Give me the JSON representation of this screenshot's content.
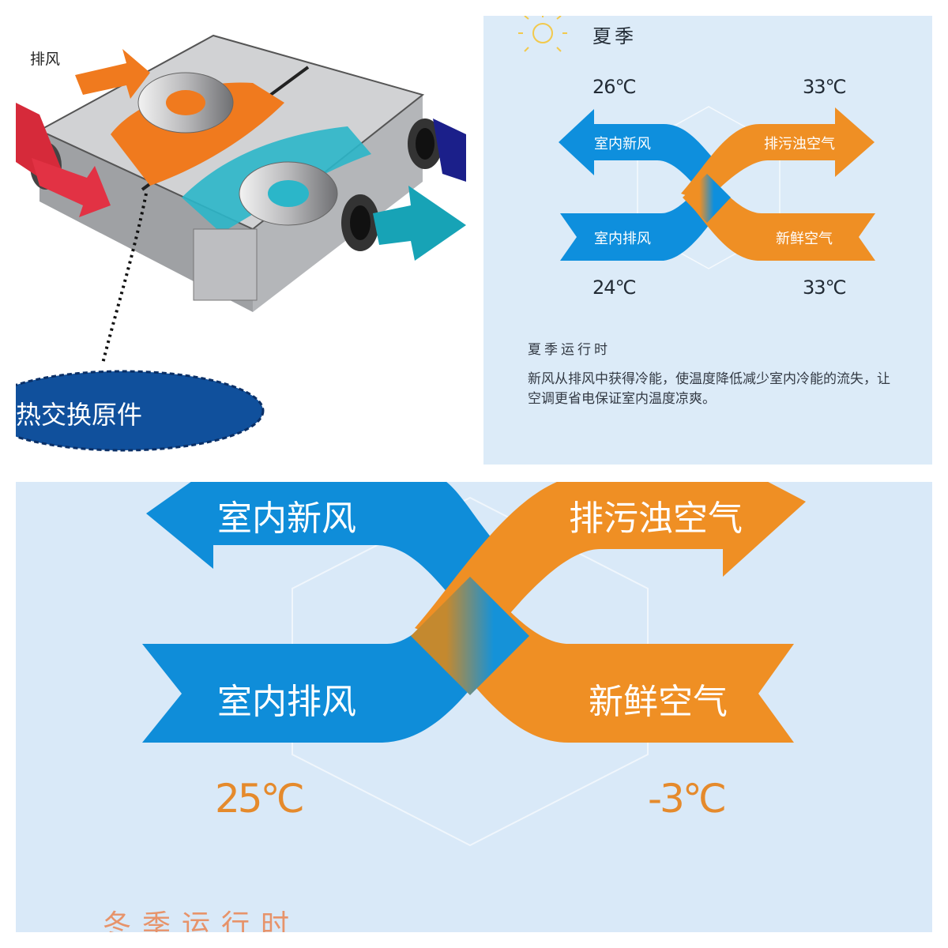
{
  "device_panel": {
    "exhaust_label": "排风",
    "core_label": "热交换原件"
  },
  "summer_panel": {
    "season_title": "夏季",
    "icon": "sun-icon",
    "temps": {
      "top_left": "26℃",
      "top_right": "33℃",
      "bottom_left": "24℃",
      "bottom_right": "33℃"
    },
    "flows": {
      "indoor_fresh": "室内新风",
      "exhaust_dirty": "排污浊空气",
      "indoor_exhaust": "室内排风",
      "fresh_air": "新鲜空气"
    },
    "heading": "夏季运行时",
    "description": "新风从排风中获得冷能，使温度降低减少室内冷能的流失，让空调更省电保证室内温度凉爽。"
  },
  "winter_panel": {
    "flows": {
      "indoor_fresh": "室内新风",
      "exhaust_dirty": "排污浊空气",
      "indoor_exhaust": "室内排风",
      "fresh_air": "新鲜空气"
    },
    "temps": {
      "left": "25℃",
      "right": "-3℃"
    },
    "heading": "冬季运行时"
  },
  "colors": {
    "blue": "#0e8fdd",
    "orange": "#ef8f24",
    "panel_bg": "#dcebf8",
    "core_ellipse": "#10509c"
  }
}
